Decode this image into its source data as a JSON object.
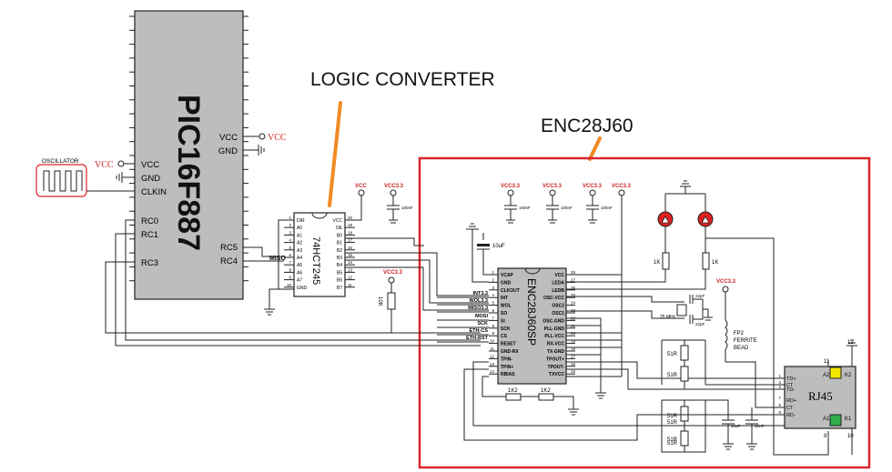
{
  "labels": {
    "logic_converter": "LOGIC CONVERTER",
    "enc_module": "ENC28J60"
  },
  "colors": {
    "accent_orange": "#f08a24",
    "frame_red": "#d9262c",
    "vcc_red": "#cc2222",
    "chip_gray": "#bdbdbd",
    "led_red": "#e02020",
    "led_yellow": "#f2e600",
    "led_green": "#2fae4a"
  },
  "pic": {
    "name": "PIC16F887",
    "left_pins": [
      "VCC",
      "GND",
      "CLKIN",
      "RC0",
      "RC1",
      "RC3"
    ],
    "right_pins": [
      "VCC",
      "GND",
      "RC5",
      "RC4"
    ],
    "vcc_label": "VCC"
  },
  "oscillator": {
    "label": "OSCILLATOR",
    "vcc": "VCC"
  },
  "buffer": {
    "name": "74HCT245",
    "left_pins": [
      "DIR",
      "A0",
      "A1",
      "A2",
      "A3",
      "A4",
      "A5",
      "A6",
      "A7",
      "GND"
    ],
    "left_nums": [
      "1",
      "2",
      "3",
      "4",
      "5",
      "6",
      "7",
      "8",
      "9",
      "10"
    ],
    "right_pins": [
      "VCC",
      "OE",
      "B0",
      "B1",
      "B2",
      "B3",
      "B4",
      "B5",
      "B6",
      "B7"
    ],
    "right_nums": [
      "20",
      "19",
      "18",
      "17",
      "16",
      "15",
      "14",
      "13",
      "12",
      "11"
    ],
    "miso": "MISO",
    "vcc": "VCC",
    "vcc33": "VCC3.3",
    "resistor": "10K",
    "cap": "100nF"
  },
  "enc": {
    "name": "ENC28J60SP",
    "left_pins": [
      "VCAP",
      "GND",
      "CLKOUT",
      "INT",
      "WOL",
      "SO",
      "SI",
      "SCK",
      "CS",
      "RESET",
      "GND-RX",
      "TPIN-",
      "TPIN+",
      "RBIAS"
    ],
    "left_nums": [
      "1",
      "2",
      "3",
      "4",
      "5",
      "6",
      "7",
      "8",
      "9",
      "10",
      "11",
      "12",
      "13",
      "14"
    ],
    "right_pins": [
      "VCC",
      "LEDA",
      "LEDB",
      "OSC-VCC",
      "OSC2",
      "OSC1",
      "OSC-GND",
      "PLL-GND",
      "PLL-VCC",
      "RX-VCC",
      "TX-GND",
      "TPOUT+",
      "TPOUT-",
      "TXVCC"
    ],
    "right_nums": [
      "28",
      "27",
      "26",
      "25",
      "24",
      "23",
      "22",
      "21",
      "20",
      "19",
      "18",
      "17",
      "16",
      "15"
    ],
    "signals": [
      "INT3.3",
      "WOL3.3",
      "MISO3.3",
      "MOSI",
      "SCK",
      "ETH-CS",
      "ETH-RST"
    ],
    "vcc33": "VCC3.3",
    "cap_10u": "10uF",
    "cap_100n": "100nF",
    "cap_22p": "22pF",
    "crystal": "25 MHz",
    "r_1k": "1K",
    "r_1k2": "1K2",
    "r_51": "51R",
    "ferrite": [
      "FP2",
      "FERRITE",
      "BEAD"
    ],
    "cap_10u_b": "10uF",
    "cap_1n": "10nF"
  },
  "rj45": {
    "name": "RJ45",
    "pins": [
      "TD+",
      "CT",
      "TD-",
      "RD+",
      "CT",
      "RD-"
    ],
    "pin_nums": [
      "1",
      "3",
      "2",
      "7",
      "6",
      "8"
    ],
    "top_nums": [
      "11",
      "12"
    ],
    "bot_nums": [
      "9",
      "10"
    ],
    "led_labels": [
      "A2",
      "K2",
      "A1",
      "K1"
    ]
  }
}
